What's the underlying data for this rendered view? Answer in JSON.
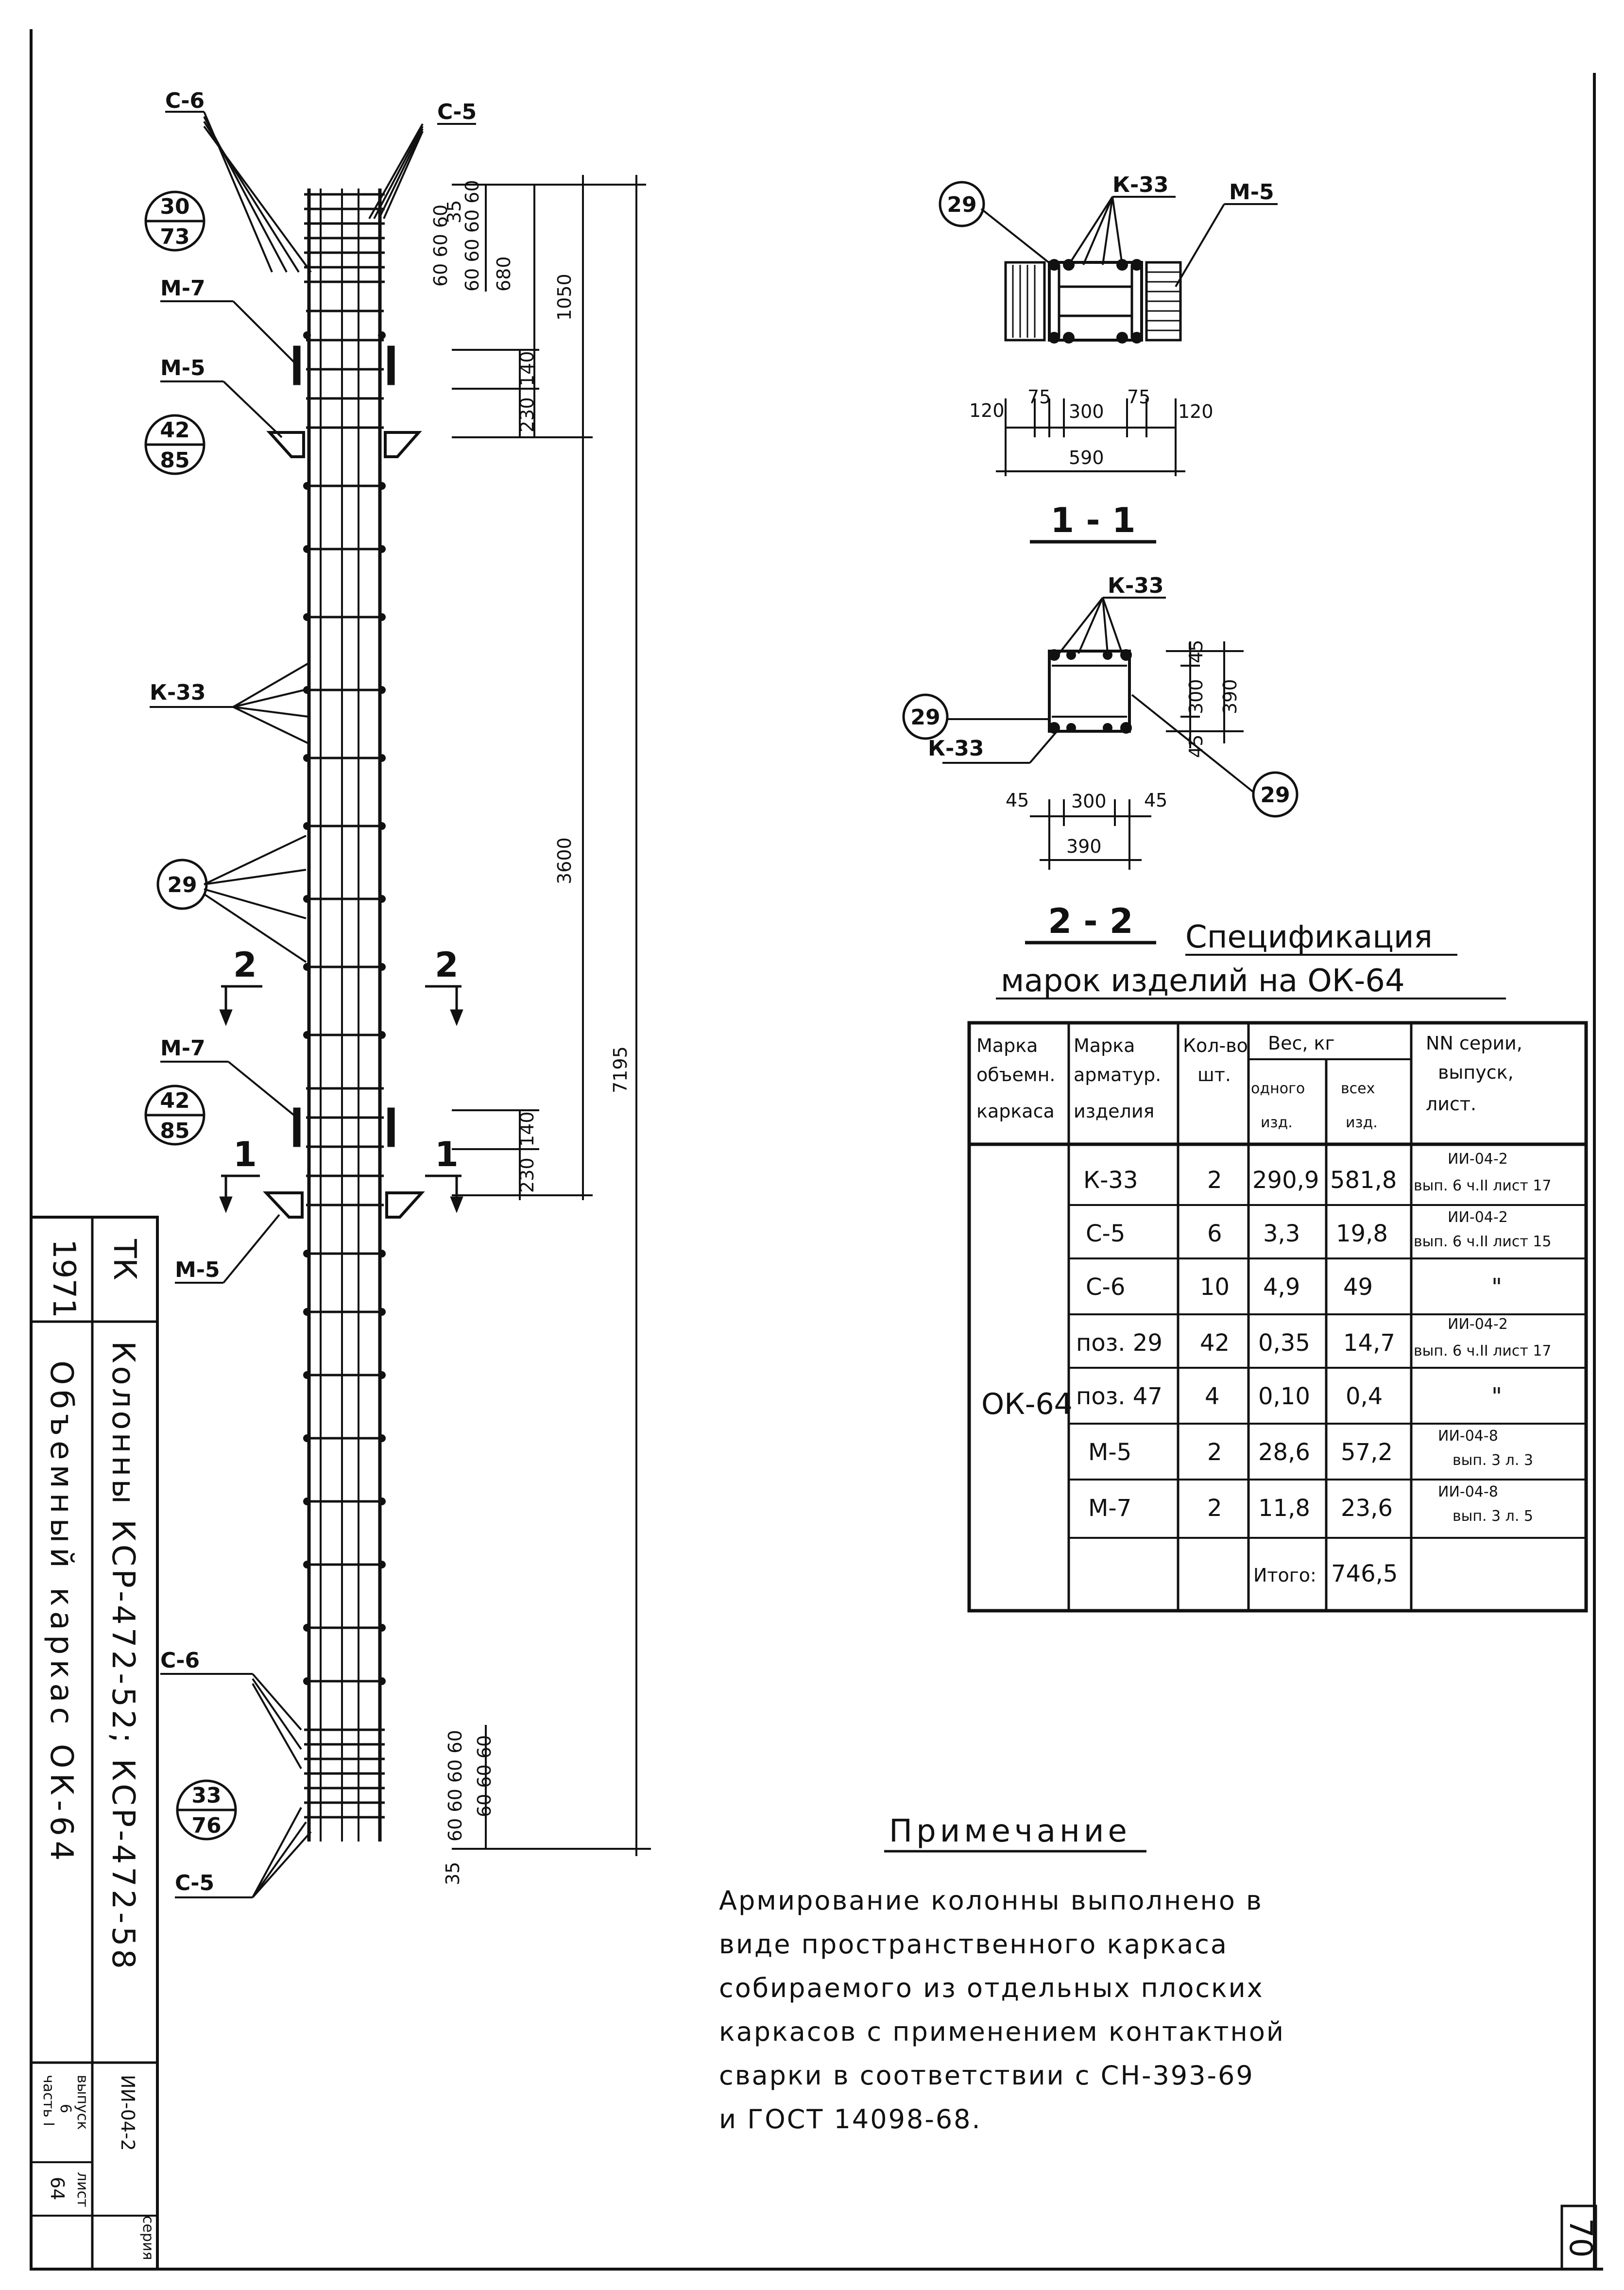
{
  "callouts": {
    "c1_top": "30",
    "c1_bot": "73",
    "c2_top": "42",
    "c2_bot": "85",
    "c3_top": "42",
    "c3_bot": "85",
    "c4_top": "33",
    "c4_bot": "76",
    "pos29": "29"
  },
  "labels": {
    "c6": "С-6",
    "c5": "С-5",
    "m7": "М-7",
    "m5": "М-5",
    "k33": "К-33",
    "cut1": "1",
    "cut2": "2"
  },
  "dims_column": {
    "d35": "35",
    "d60a": "60 60 60",
    "d60b": "60 60 60 60",
    "d680": "680",
    "d1050": "1050",
    "d140": "140",
    "d230": "230",
    "d3600": "3600",
    "d7195": "7195",
    "d140b": "140",
    "d230b": "230",
    "d60c": "60 60 60 60",
    "d60d": "60 60 60",
    "d35b": "35"
  },
  "section_1_1": {
    "title": "1 - 1",
    "d120a": "120",
    "d75a": "75",
    "d300": "300",
    "d75b": "75",
    "d120b": "120",
    "d590": "590"
  },
  "section_2_2": {
    "title": "2 - 2",
    "d45a": "45",
    "d300": "300",
    "d45b": "45",
    "d390": "390",
    "d45c": "45",
    "d300v": "300",
    "d45d": "45",
    "d390v": "390"
  },
  "spec": {
    "title1": "Спецификация",
    "title2": "марок изделий на ОК-64",
    "headers": {
      "h1": [
        "Марка",
        "объемн.",
        "каркаса"
      ],
      "h2": [
        "Марка",
        "арматур.",
        "изделия"
      ],
      "h3": [
        "Кол-во",
        "шт."
      ],
      "h4": "Вес, кг",
      "h4a": [
        "одного",
        "изд."
      ],
      "h4b": [
        "всех",
        "изд."
      ],
      "h5": [
        "NN серии,",
        "выпуск,",
        "лист."
      ]
    },
    "group": "ОК-64",
    "rows": [
      {
        "mark": "К-33",
        "qty": "2",
        "one": "290,9",
        "all": "581,8",
        "ref1": "ИИ-04-2",
        "ref2": "вып. 6 ч.II лист 17"
      },
      {
        "mark": "С-5",
        "qty": "6",
        "one": "3,3",
        "all": "19,8",
        "ref1": "ИИ-04-2",
        "ref2": "вып. 6 ч.II лист 15"
      },
      {
        "mark": "С-6",
        "qty": "10",
        "one": "4,9",
        "all": "49",
        "ref1": "\"",
        "ref2": ""
      },
      {
        "mark": "поз. 29",
        "qty": "42",
        "one": "0,35",
        "all": "14,7",
        "ref1": "ИИ-04-2",
        "ref2": "вып. 6 ч.II лист 17"
      },
      {
        "mark": "поз. 47",
        "qty": "4",
        "one": "0,10",
        "all": "0,4",
        "ref1": "\"",
        "ref2": ""
      },
      {
        "mark": "М-5",
        "qty": "2",
        "one": "28,6",
        "all": "57,2",
        "ref1": "ИИ-04-8",
        "ref2": "вып. 3 л. 3"
      },
      {
        "mark": "М-7",
        "qty": "2",
        "one": "11,8",
        "all": "23,6",
        "ref1": "ИИ-04-8",
        "ref2": "вып. 3 л. 5"
      }
    ],
    "total_label": "Итого:",
    "total_value": "746,5"
  },
  "note": {
    "title": "Примечание",
    "lines": [
      "Армирование колонны выполнено в",
      "виде пространственного каркаса",
      "собираемого из отдельных плоских",
      "каркасов с применением контактной",
      "сварки в соответствии с СН-393-69",
      "и ГОСТ 14098-68."
    ]
  },
  "stamp": {
    "year": "1971",
    "tk": "ТК",
    "title1": "Колонны КСР-472-52; КСР-472-58",
    "title2": "Объемный каркас ОК-64",
    "series_label": "серия",
    "series": "ИИ-04-2",
    "issue_label": "выпуск",
    "issue": "6",
    "part": "часть I",
    "sheet_label": "лист",
    "sheet": "64"
  },
  "page_number": "70"
}
